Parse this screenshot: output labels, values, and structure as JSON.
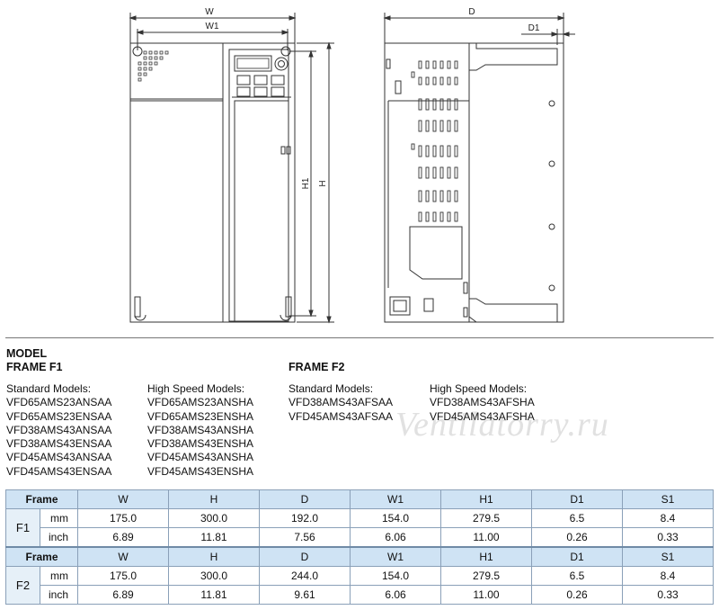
{
  "drawing": {
    "front_labels": {
      "w": "W",
      "w1": "W1",
      "h1": "H1",
      "h": "H"
    },
    "side_labels": {
      "d": "D",
      "d1": "D1"
    }
  },
  "model": {
    "title": "MODEL",
    "frame_f1": {
      "heading": "FRAME F1",
      "standard_title": "Standard Models:",
      "standard": [
        "VFD65AMS23ANSAA",
        "VFD65AMS23ENSAA",
        "VFD38AMS43ANSAA",
        "VFD38AMS43ENSAA",
        "VFD45AMS43ANSAA",
        "VFD45AMS43ENSAA"
      ],
      "highspeed_title": "High Speed Models:",
      "highspeed": [
        "VFD65AMS23ANSHA",
        "VFD65AMS23ENSHA",
        "VFD38AMS43ANSHA",
        "VFD38AMS43ENSHA",
        "VFD45AMS43ANSHA",
        "VFD45AMS43ENSHA"
      ]
    },
    "frame_f2": {
      "heading": "FRAME F2",
      "standard_title": "Standard Models:",
      "standard": [
        "VFD38AMS43AFSAA",
        "VFD45AMS43AFSAA"
      ],
      "highspeed_title": "High Speed Models:",
      "highspeed": [
        "VFD38AMS43AFSHA",
        "VFD45AMS43AFSHA"
      ]
    }
  },
  "watermark": "Ventilatorry.ru",
  "table": {
    "frame_label": "Frame",
    "columns": [
      "W",
      "H",
      "D",
      "W1",
      "H1",
      "D1",
      "S1"
    ],
    "frames": [
      {
        "name": "F1",
        "rows": [
          {
            "unit": "mm",
            "values": [
              "175.0",
              "300.0",
              "192.0",
              "154.0",
              "279.5",
              "6.5",
              "8.4"
            ]
          },
          {
            "unit": "inch",
            "values": [
              "6.89",
              "11.81",
              "7.56",
              "6.06",
              "11.00",
              "0.26",
              "0.33"
            ]
          }
        ]
      },
      {
        "name": "F2",
        "rows": [
          {
            "unit": "mm",
            "values": [
              "175.0",
              "300.0",
              "244.0",
              "154.0",
              "279.5",
              "6.5",
              "8.4"
            ]
          },
          {
            "unit": "inch",
            "values": [
              "6.89",
              "11.81",
              "9.61",
              "6.06",
              "11.00",
              "0.26",
              "0.33"
            ]
          }
        ]
      }
    ]
  }
}
